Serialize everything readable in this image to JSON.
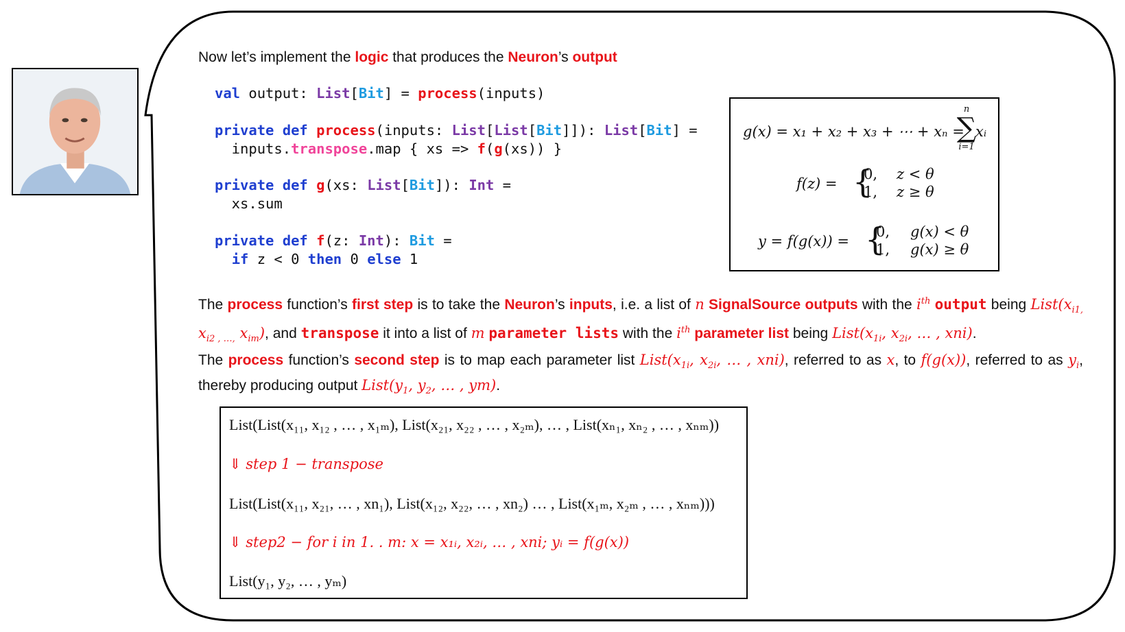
{
  "intro": {
    "p1": "Now let’s implement the ",
    "logic": "logic",
    "p2": " that produces the ",
    "neuron": "Neuron",
    "p3": "’s ",
    "output": "output"
  },
  "code": {
    "l1": {
      "val": "val",
      "a": " output: ",
      "List": "List",
      "b": "[",
      "Bit": "Bit",
      "c": "] = ",
      "process": "process",
      "d": "(inputs)"
    },
    "l2": {
      "private": "private",
      "def": "def",
      "process": "process",
      "a": "(inputs: ",
      "List1": "List",
      "b": "[",
      "List2": "List",
      "c": "[",
      "Bit1": "Bit",
      "d": "]]): ",
      "List3": "List",
      "e": "[",
      "Bit2": "Bit",
      "f": "] ="
    },
    "l3": {
      "a": "  inputs.",
      "transpose": "transpose",
      "b": ".map { xs => ",
      "f": "f",
      "c": "(",
      "g": "g",
      "d": "(xs)) }"
    },
    "l4": {
      "private": "private",
      "def": "def",
      "g": "g",
      "a": "(xs: ",
      "List": "List",
      "b": "[",
      "Bit": "Bit",
      "c": "]): ",
      "Int": "Int",
      "d": " ="
    },
    "l5": "  xs.sum",
    "l6": {
      "private": "private",
      "def": "def",
      "f": "f",
      "a": "(z: ",
      "Int": "Int",
      "b": "): ",
      "Bit": "Bit",
      "c": " ="
    },
    "l7": {
      "a": "  ",
      "if": "if",
      "b": " z < 0 ",
      "then": "then",
      "c": " 0 ",
      "else": "else",
      "d": " 1"
    }
  },
  "formulas": {
    "g": "g(x) = x₁ + x₂ + x₃ + ⋯ + xₙ = ",
    "sum_top": "n",
    "sum_sym": "∑",
    "sum_bottom": "i=1",
    "sum_term": "xᵢ",
    "f_lhs": "f(z) = ",
    "f_c1v": "0,",
    "f_c1c": "z < θ",
    "f_c2v": "1,",
    "f_c2c": "z ≥ θ",
    "y_lhs": "y = f(g(x)) = ",
    "y_c1v": "0,",
    "y_c1c": "g(x) < θ",
    "y_c2v": "1,",
    "y_c2c": "g(x) ≥ θ"
  },
  "para1": {
    "t1": "The ",
    "process": "process",
    "t2": " function’s ",
    "first_step": "first step",
    "t3": " is to take the ",
    "neuron": "Neuron",
    "t4": "’s ",
    "inputs": "inputs",
    "t5": ", i.e. a list of ",
    "n": "n",
    "t6": " ",
    "signalsource": "SignalSource outputs",
    "t7": " with the ",
    "ith": "i",
    "th": "th",
    "t8": " ",
    "output": "output",
    "t9": " being",
    "list1": "List(x",
    "list1_rest": ")",
    "t10": ", and ",
    "transpose": "transpose",
    "t11": " it into a list of ",
    "m": "m",
    "t12": " ",
    "param_lists": "parameter lists",
    "t13": " with the ",
    "ith2": "i",
    "th2": "th",
    "t14": " ",
    "param_list": "parameter list",
    "t15": " being ",
    "list2": "List(x",
    "list2_rest": ")",
    "t16": "."
  },
  "para2": {
    "t1": "The ",
    "process": "process",
    "t2": " function’s ",
    "second_step": "second step",
    "t3": " is to map each parameter list ",
    "list": "List(x",
    "t4": ", referred to as ",
    "x": "x",
    "t5": ", to ",
    "fgx": "f(g(x))",
    "t6": ", referred to as ",
    "yi": "y",
    "t7": ", thereby producing output ",
    "out": "List(y",
    "t8": "."
  },
  "steps": {
    "line1": "List(List(x₁₁, x₁₂ , … , x₁ₘ), List(x₂₁, x₂₂ , … , x₂ₘ), … , List(xₙ₁, xₙ₂ , … , xₙₘ))",
    "line2": "⇓  step 1  −  transpose",
    "line3": "List(List(x₁₁, x₂₁, … , xn₁), List(x₁₂, x₂₂, … , xn₂) … , List(x₁ₘ, x₂ₘ , … , xₙₘ)))",
    "line4": "⇓  step2  − for i in 1. . m:  x = x₁ᵢ, x₂ᵢ, … , xni;  yᵢ = f(g(x))",
    "line5": "List(y₁, y₂, … , yₘ)"
  },
  "colors": {
    "accent_red": "#e8141a",
    "keyword_blue": "#1f3fd0",
    "type_purple": "#7b3aa6",
    "type_cyan": "#1e9be0",
    "transpose_pink": "#f0459a"
  }
}
